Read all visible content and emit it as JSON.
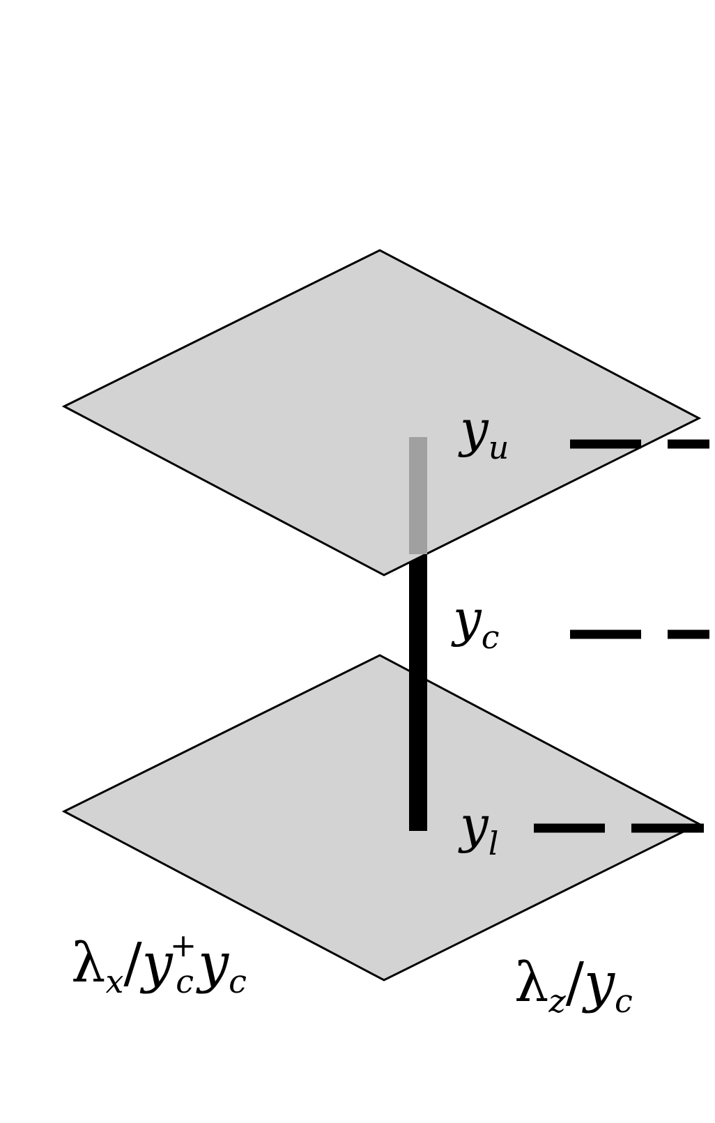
{
  "labels": {
    "upper": {
      "base": "y",
      "sub": "u"
    },
    "center": {
      "base": "y",
      "sub": "c"
    },
    "lower": {
      "base": "y",
      "sub": "l"
    },
    "x_scale": {
      "lambda": "λ",
      "lambda_sub": "x",
      "slash": "/",
      "y1": "y",
      "y1_sub": "c",
      "y1_sup": "+",
      "y2": "y",
      "y2_sub": "c"
    },
    "z_scale": {
      "lambda": "λ",
      "lambda_sub": "z",
      "slash": "/",
      "y": "y",
      "y_sub": "c"
    }
  },
  "colors": {
    "plane_fill": "#d3d3d3",
    "plane_stroke": "#000000",
    "rod": "#000000",
    "rod_upper": "#a0a0a0",
    "dashes": "#000000"
  }
}
